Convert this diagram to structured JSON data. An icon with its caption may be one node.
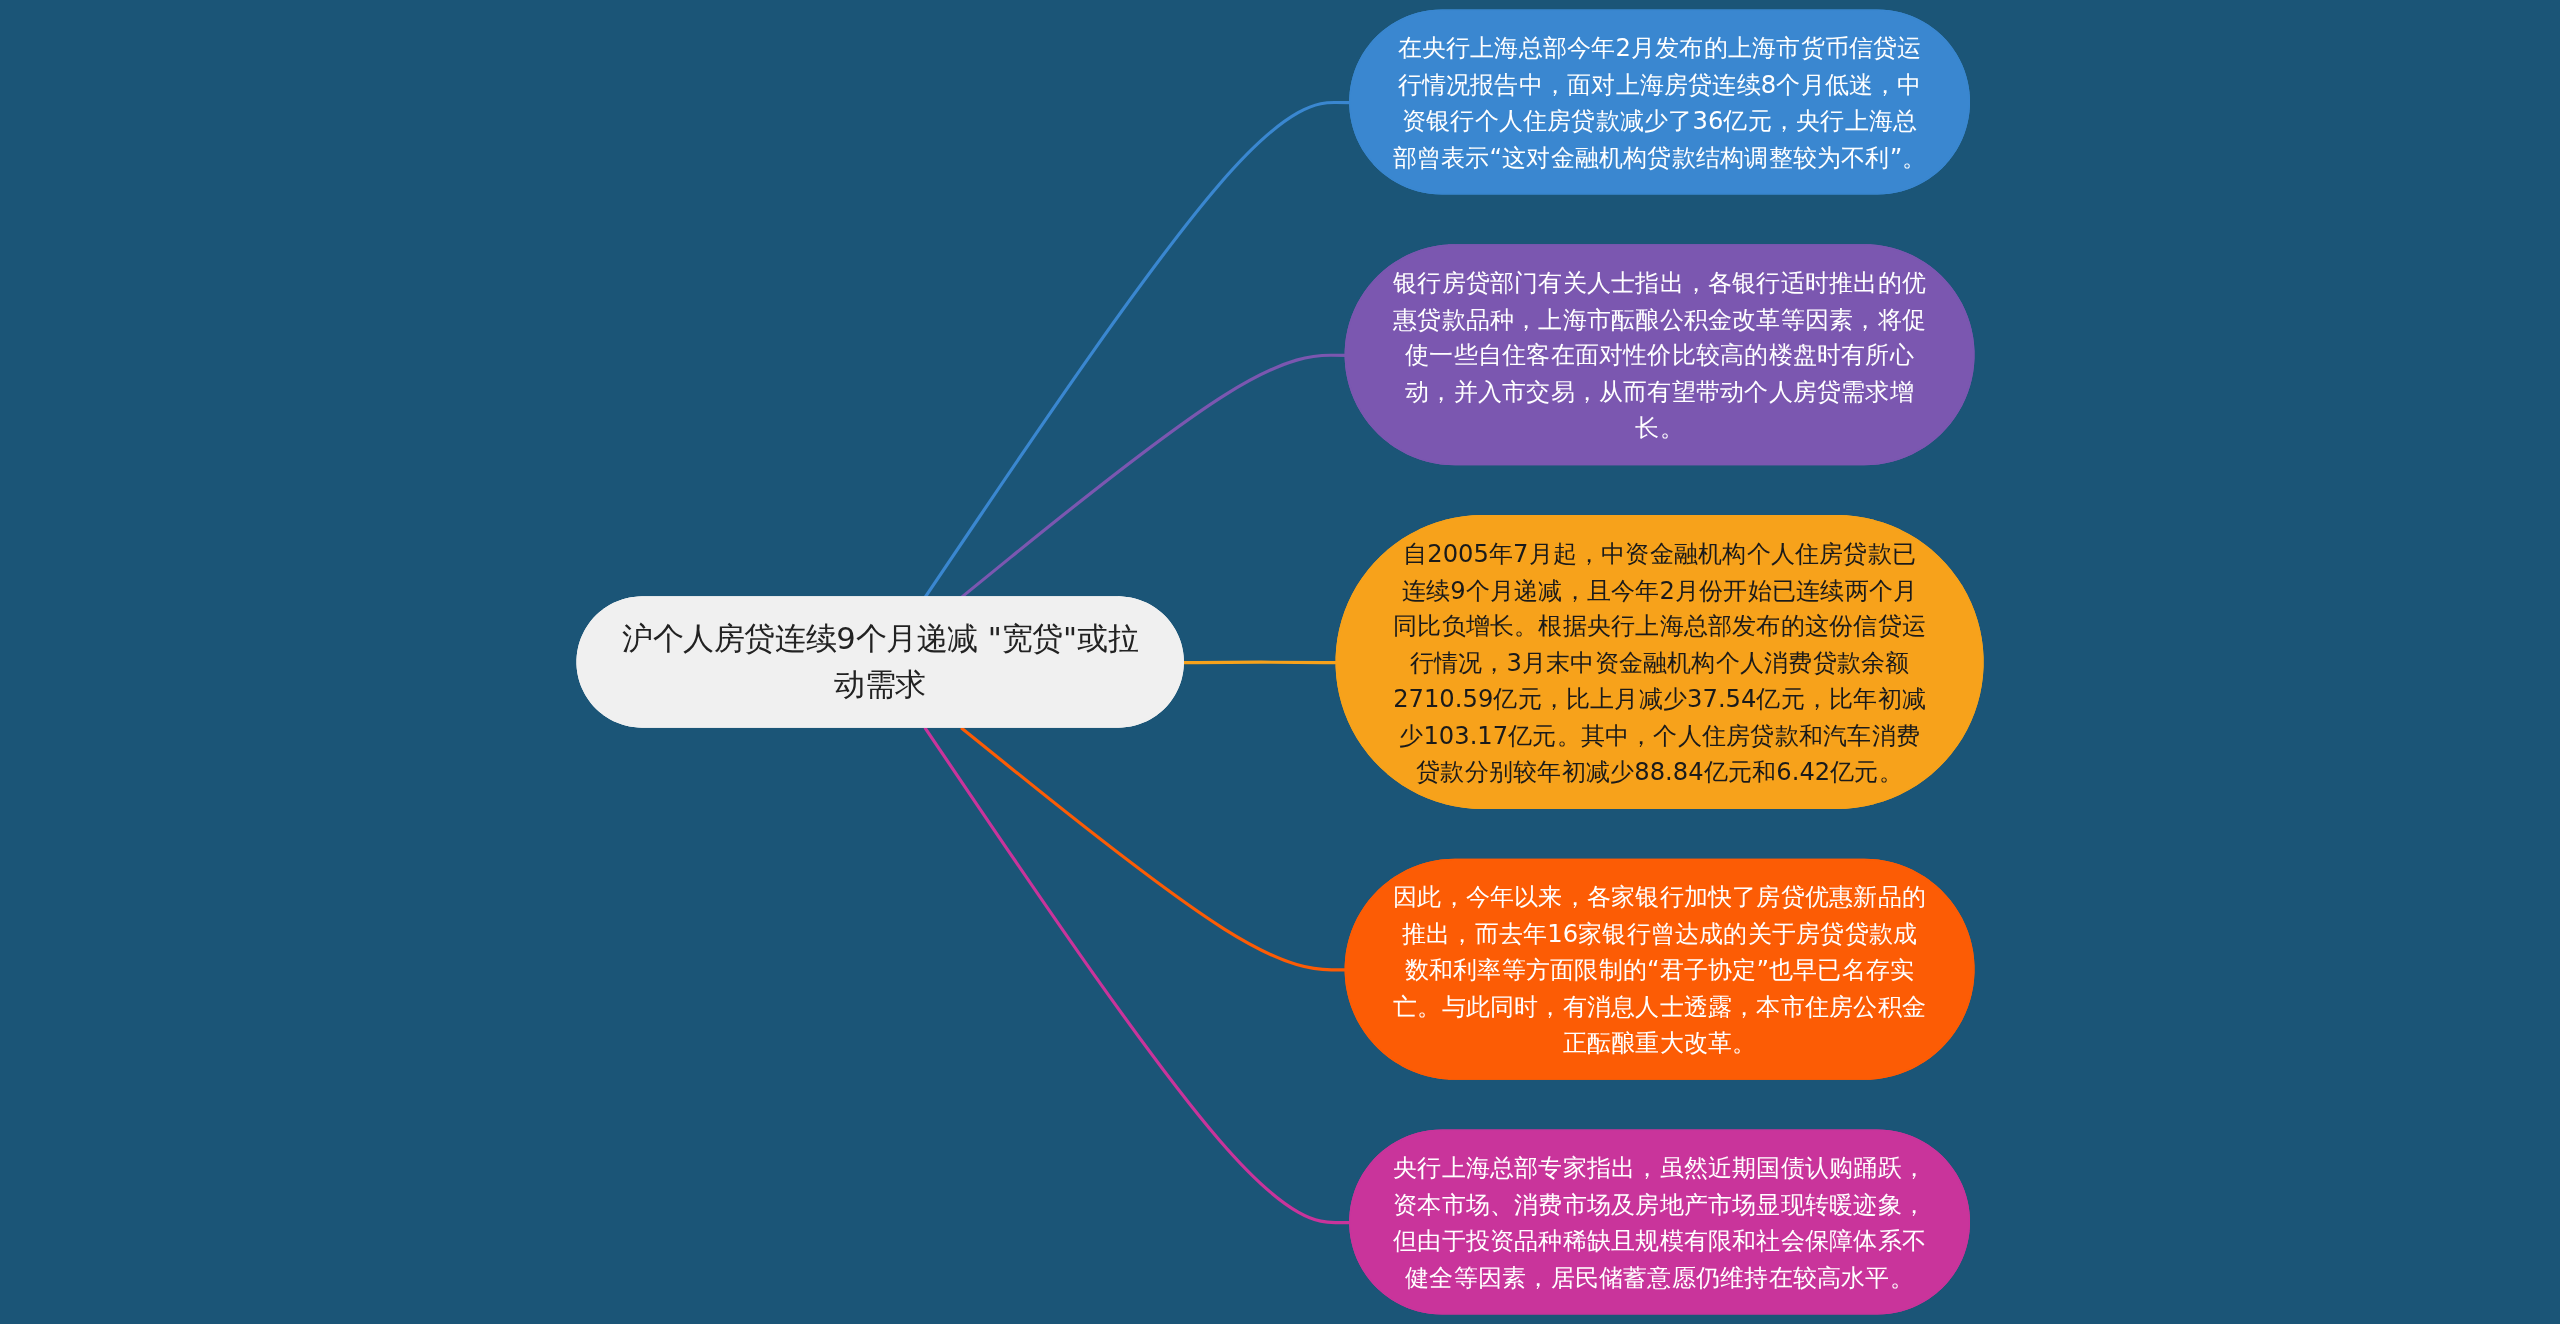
{
  "diagram": {
    "nodes": [
      {
        "text": [
          "沪个人房贷连续9个月递减 \"宽贷\"或拉动需求"
        ]
      },
      {
        "text": [
          "在央行上海总部今年2月发布的上海市货币信贷运行情况报告中，面对上海房贷连续8个月低迷，中资银行个人住房贷款减少了36亿元，央行上海总部曾表示“这对金融机构贷款结构调整较为不利”。"
        ]
      },
      {
        "text": [
          "银行房贷部门有关人士指出，各银行适时推出的优惠贷款品种，上海市酝酿公积金改革等因素，将促使一些自住客在面对性价比较高的楼盘时有所心动，并入市交易，从而有望带动个人房贷需求增长。"
        ]
      },
      {
        "text": [
          "自2005年7月起，中资金融机构个人住房贷款已连续9个月递减，且今年2月份开始已连续两个月同比负增长。根据央行上海总部发布的这份信贷运行情况，3月末中资金融机构个人消费贷款余额2710.59亿元，比上月减少37.54亿元，比年初减少103.17亿元。其中，个人住房贷款和汽车消费贷款分别较年初减少88.84亿元和6.42亿元。"
        ]
      },
      {
        "text": [
          "因此，今年以来，各家银行加快了房贷优惠新品的推出，而去年16家银行曾达成的关于房贷贷款成数和利率等方面限制的“君子协定”也早已名存实亡。与此同时，有消息人士透露，本市住房公积金正酝酿重大改革。"
        ]
      },
      {
        "text": [
          "央行上海总部专家指出，虽然近期国债认购踊跃，资本市场、消费市场及房地产市场显现转暖迹象，但由于投资品种稀缺且规模有限和社会保障体系不健全等因素，居民储蓄意愿仍维持在较高水平。"
        ]
      }
    ],
    "edges": [
      {
        "from": 0,
        "to": 1,
        "arrow": "none",
        "color": "#3a87d0"
      },
      {
        "from": 0,
        "to": 2,
        "arrow": "none",
        "color": "#7b57b0"
      },
      {
        "from": 0,
        "to": 3,
        "arrow": "none",
        "color": "#f7a21b"
      },
      {
        "from": 0,
        "to": 4,
        "arrow": "none",
        "color": "#fc5c05"
      },
      {
        "from": 0,
        "to": 5,
        "arrow": "none",
        "color": "#c9349b"
      }
    ]
  }
}
